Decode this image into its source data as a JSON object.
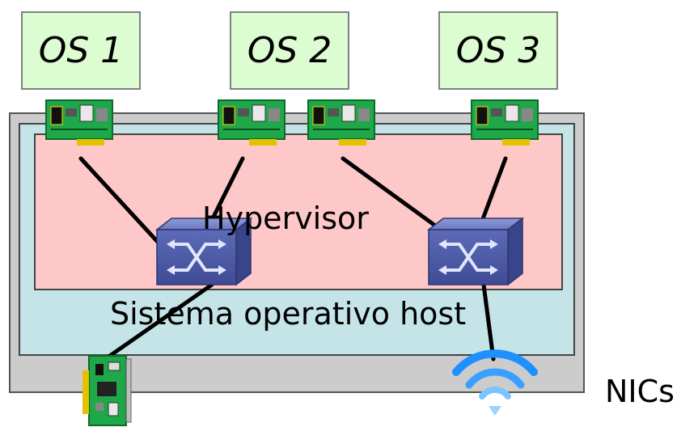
{
  "guests": [
    {
      "label": "OS 1"
    },
    {
      "label": "OS 2"
    },
    {
      "label": "OS 3"
    }
  ],
  "hypervisor": {
    "label": "Hypervisor"
  },
  "host_os": {
    "label": "Sistema operativo host"
  },
  "nics_label": "NICs",
  "colors": {
    "guest_fill": "#dcfcd1",
    "outer_frame": "#cccccc",
    "host_fill": "#c4e4e8",
    "hypervisor_fill": "#fec8c8",
    "switch_blue": "#4d5aa8",
    "card_green": "#17a03d",
    "wifi_blue": "#1e90ff"
  },
  "icons": [
    "virtual-nic-icon",
    "switch-icon",
    "physical-nic-card-icon",
    "wifi-icon"
  ]
}
